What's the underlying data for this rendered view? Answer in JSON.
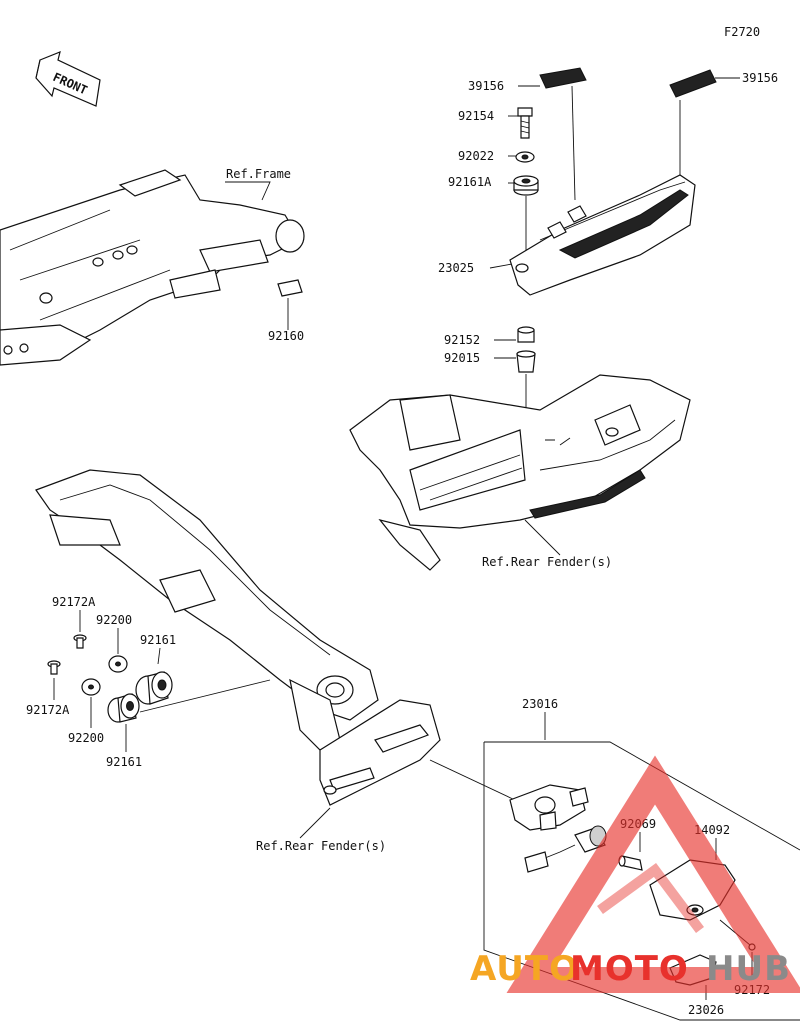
{
  "diagram_code": "F2720",
  "front_label": "FRONT",
  "references": {
    "frame": "Ref.Frame",
    "rear_fender_top": "Ref.Rear Fender(s)",
    "rear_fender_bottom": "Ref.Rear Fender(s)"
  },
  "parts": {
    "p39156_left": "39156",
    "p39156_right": "39156",
    "p92154": "92154",
    "p92022": "92022",
    "p92161A": "92161A",
    "p23025": "23025",
    "p92152": "92152",
    "p92015": "92015",
    "p92160": "92160",
    "p92172A_top": "92172A",
    "p92172A_bottom": "92172A",
    "p92200_top": "92200",
    "p92200_bottom": "92200",
    "p92161_top": "92161",
    "p92161_bottom": "92161",
    "p23016": "23016",
    "p92069": "92069",
    "p14092": "14092",
    "p92172": "92172",
    "p23026": "23026"
  },
  "watermark": {
    "text_auto": "AUTO",
    "text_moto": "MOTO",
    "text_hub": "HUB",
    "color_orange": "#f5a623",
    "color_red": "#e8312c",
    "color_grey": "#8a8a8a"
  }
}
